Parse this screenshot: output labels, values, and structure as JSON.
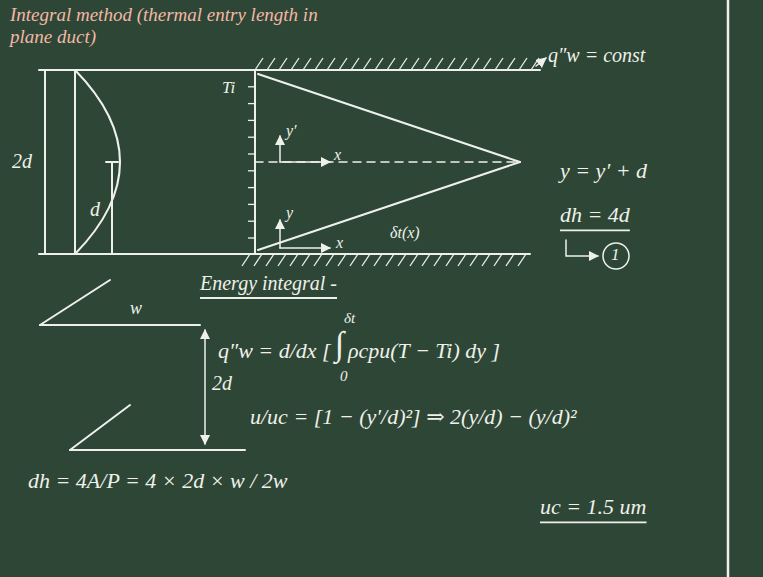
{
  "diagram": {
    "title": "Integral method (thermal entry length in plane duct)",
    "labels": [
      "q″w = const",
      "Ti",
      "2d",
      "d",
      "y′",
      "x",
      "y",
      "x",
      "δt(x)",
      "y = y′ + d",
      "dh = 4d",
      "1",
      "Energy integral -",
      "w",
      "2d",
      "q″w = d/dx [",
      "∫",
      "ρcpu(T − Ti) dy ]",
      "δt",
      "0",
      "u/uc = [1 − (y′/d)²] ⇒ 2(y/d) − (y/d)²",
      "dh = 4A/P = 4 × 2d × w / 2w",
      "uc = 1.5 um"
    ]
  }
}
